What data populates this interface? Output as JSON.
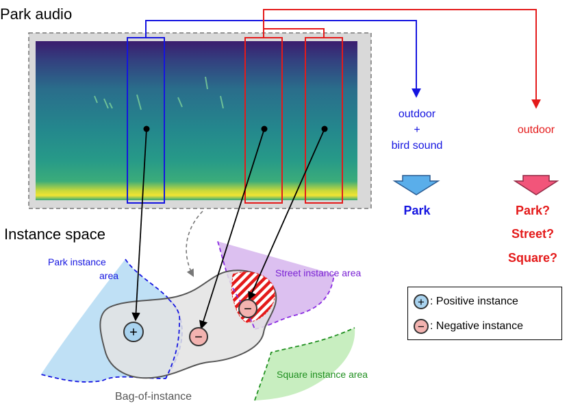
{
  "title_audio": "Park audio",
  "title_space": "Instance space",
  "labels": {
    "outdoor_bird_line1": "outdoor",
    "outdoor_bird_line2": "+",
    "outdoor_bird_line3": "bird sound",
    "outdoor_only": "outdoor",
    "result_park": "Park",
    "result_red_1": "Park?",
    "result_red_2": "Street?",
    "result_red_3": "Square?",
    "park_area_line1": "Park instance",
    "park_area_line2": "area",
    "street_area": "Street instance area",
    "square_area": "Square instance area",
    "bag": "Bag-of-instance"
  },
  "legend": {
    "positive_symbol": "+",
    "positive_label": ": Positive instance",
    "negative_symbol": "−",
    "negative_label": ": Negative instance"
  },
  "instances": {
    "positive_symbol": "+",
    "negative_symbol": "−"
  },
  "colors": {
    "blue": "#1414e0",
    "red": "#e41a1a",
    "park_area": "#bfe0f5",
    "street_area": "#dcc0f0",
    "square_area": "#c8eec0",
    "bag_fill": "#e3e3e3",
    "positive_fill": "#a9d3ef",
    "negative_fill": "#f3b3b0"
  }
}
